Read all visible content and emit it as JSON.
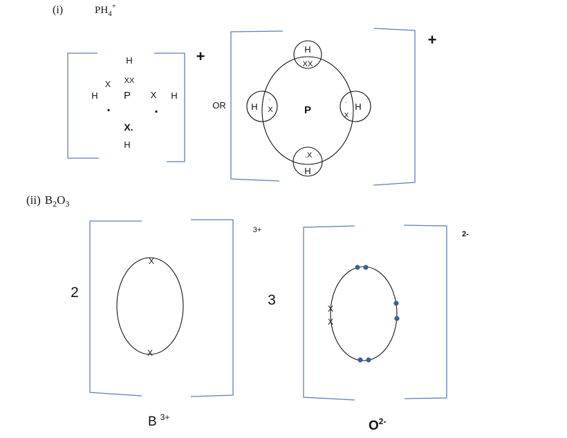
{
  "part_i": {
    "label": "(i)",
    "formula": "PH",
    "formula_sub": "4",
    "formula_sup": "+",
    "plain_structure": {
      "h_top": "H",
      "pair_top": "XX",
      "x_left": "X",
      "h_left": "H",
      "center": "P",
      "x_right": "X",
      "h_right": "H",
      "dot_left": ".",
      "dot_right": ".",
      "x_bottom": "X.",
      "h_bottom": "H"
    },
    "charge_left": "+",
    "or_label": "OR",
    "charge_right": "+",
    "ring_structure": {
      "h_top": "H",
      "pair_top": "XX",
      "h_left": "H",
      "x_left": "X",
      "dot_left": "·",
      "center": "P",
      "dot_right": "·",
      "x_right": "X",
      "h_right": "H",
      "pair_bottom": ".X",
      "h_bottom": "H"
    }
  },
  "part_ii": {
    "label": "(ii)",
    "formula_b": "B",
    "formula_b_sub": "2",
    "formula_o": "O",
    "formula_o_sub": "3",
    "boron": {
      "coefficient": "2",
      "charge": "3+",
      "x_top": "X",
      "x_bottom": "X",
      "symbol": "B",
      "symbol_charge": "3+"
    },
    "oxide": {
      "coefficient": "3",
      "charge": "2-",
      "x_upper": "X",
      "x_lower": "X",
      "symbol": "O",
      "symbol_charge": "2-",
      "dot_color": "#3d5f92"
    }
  }
}
